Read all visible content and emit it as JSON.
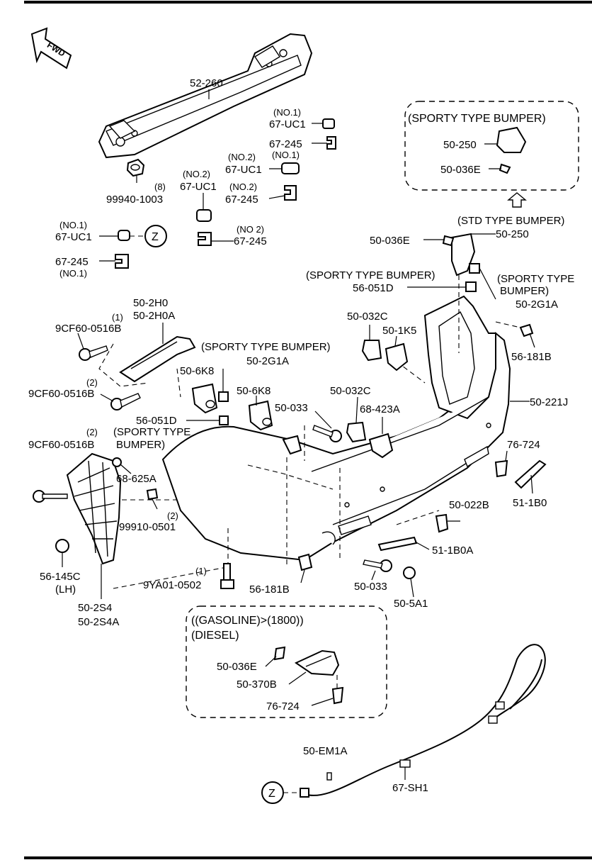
{
  "fwd_label": "FWD",
  "ref_marker": "Z",
  "labels": {
    "p52_260": "52-260",
    "no1_a": "(NO.1)",
    "p67_uc1_a": "67-UC1",
    "p67_245_a": "67-245",
    "no2_a": "(NO.2)",
    "no1_b": "(NO.1)",
    "p67_uc1_b": "67-UC1",
    "qty8": "(8)",
    "p99940": "99940-1003",
    "no2_b": "(NO.2)",
    "p67_uc1_c": "67-UC1",
    "no2_c": "(NO.2)",
    "p67_245_b": "67-245",
    "no2_d": "(NO 2)",
    "p67_245_c": "67-245",
    "no1_c": "(NO.1)",
    "p67_uc1_d": "67-UC1",
    "p67_245_d": "67-245",
    "no1_d": "(NO.1)",
    "sporty_box_title": "(SPORTY TYPE BUMPER)",
    "p50_250_a": "50-250",
    "p50_036e_a": "50-036E",
    "std_type": "(STD TYPE BUMPER)",
    "p50_036e_b": "50-036E",
    "p50_250_b": "50-250",
    "sporty_a": "(SPORTY TYPE BUMPER)",
    "p56_051d_a": "56-051D",
    "sporty_b1": "(SPORTY TYPE",
    "sporty_b2": "BUMPER)",
    "p50_2g1a_a": "50-2G1A",
    "p50_032c_a": "50-032C",
    "p50_1k5": "50-1K5",
    "p56_181b_a": "56-181B",
    "p50_2h0": "50-2H0",
    "p50_2h0a": "50-2H0A",
    "qty1_a": "(1)",
    "p9cf60_a": "9CF60-0516B",
    "sporty_c": "(SPORTY TYPE BUMPER)",
    "p50_6k8_a": "50-6K8",
    "p50_2g1a_b": "50-2G1A",
    "qty2_a": "(2)",
    "p9cf60_b": "9CF60-0516B",
    "p50_6k8_b": "50-6K8",
    "p50_032c_b": "50-032C",
    "p50_033_a": "50-033",
    "p68_423a": "68-423A",
    "p50_221j": "50-221J",
    "p56_051d_b": "56-051D",
    "sporty_d1": "(SPORTY TYPE",
    "sporty_d2": "BUMPER)",
    "qty2_b": "(2)",
    "p9cf60_c": "9CF60-0516B",
    "p68_625a": "68-625A",
    "p76_724_a": "76-724",
    "p50_022b": "50-022B",
    "p51_1b0": "51-1B0",
    "qty2_c": "(2)",
    "p99910": "99910-0501",
    "p51_1b0a": "51-1B0A",
    "p56_145c": "56-145C",
    "lh": "(LH)",
    "qty1_b": "(1)",
    "p9ya01": "9YA01-0502",
    "p56_181b_b": "56-181B",
    "p50_033_b": "50-033",
    "p50_5a1": "50-5A1",
    "p50_2s4": "50-2S4",
    "p50_2s4a": "50-2S4A",
    "engine_box_1": "((GASOLINE)>(1800))",
    "engine_box_2": "(DIESEL)",
    "p50_036e_c": "50-036E",
    "p50_370b": "50-370B",
    "p76_724_b": "76-724",
    "p50_em1a": "50-EM1A",
    "p67_sh1": "67-SH1"
  }
}
